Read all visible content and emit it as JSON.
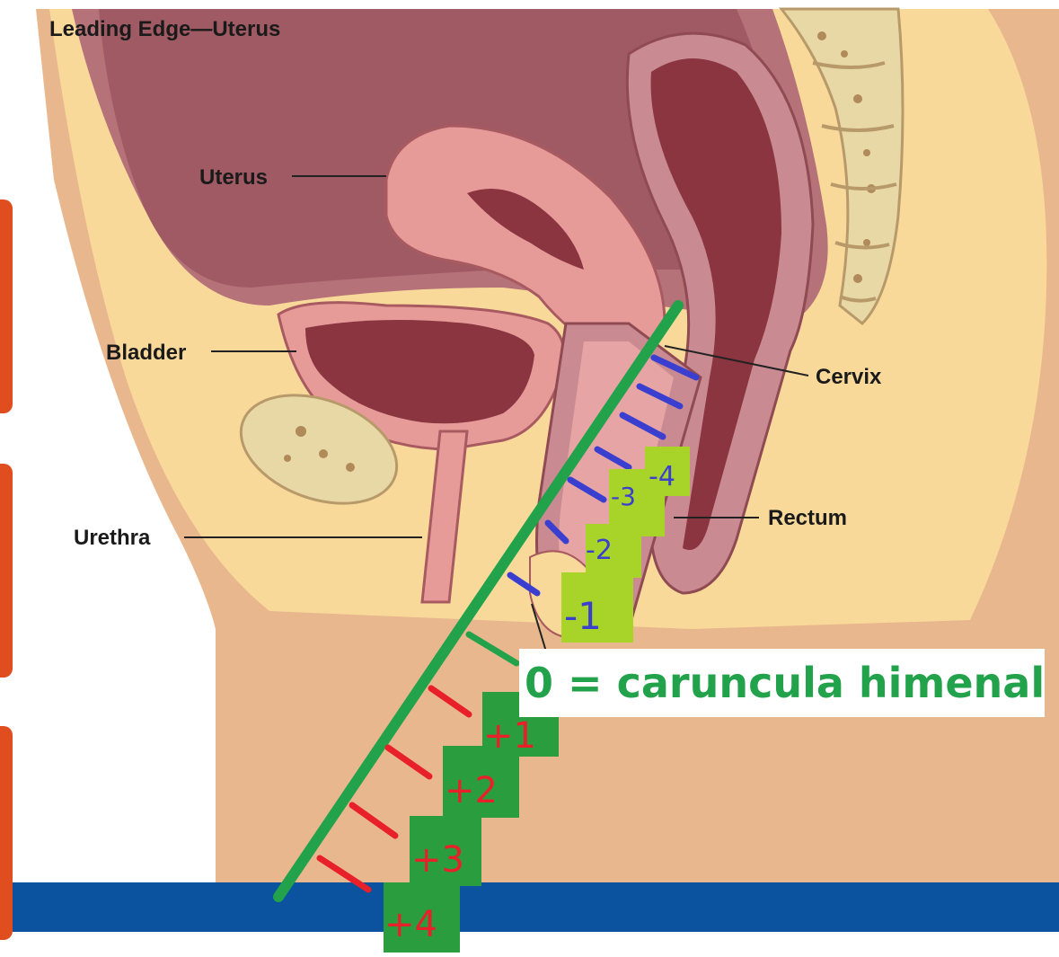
{
  "title": "Leading Edge—Uterus",
  "labels": {
    "uterus": "Uterus",
    "bladder": "Bladder",
    "urethra": "Urethra",
    "cervix": "Cervix",
    "rectum": "Rectum"
  },
  "stations": {
    "negative": [
      "-4",
      "-3",
      "-2",
      "-1"
    ],
    "zero": "0 = caruncula himenal",
    "positive": [
      "+1",
      "+2",
      "+3",
      "+4"
    ]
  },
  "colors": {
    "tab": "#e04e1f",
    "line": "#22a24a",
    "negative_ticks": "#3b3fd0",
    "positive_ticks": "#e8202a",
    "negative_box": "#a8d42a",
    "positive_box": "#2a9d3e",
    "floor": "#0b529f"
  }
}
